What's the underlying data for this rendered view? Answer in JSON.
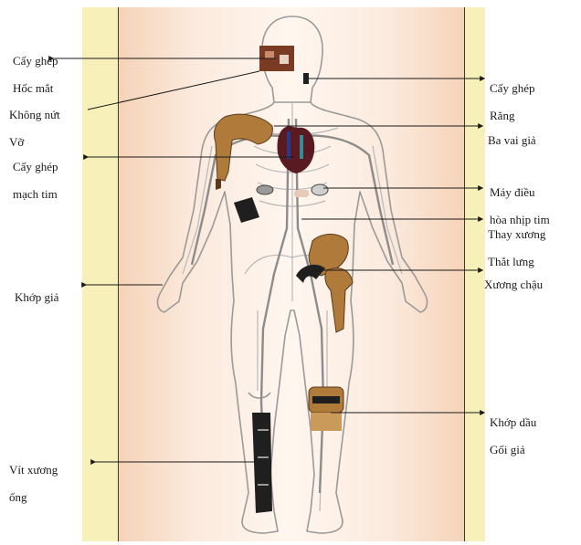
{
  "labels_left": [
    {
      "id": "hoc-mat",
      "line1": "Cấy ghép",
      "line2": "Hốc mắt"
    },
    {
      "id": "khong-nut-vo",
      "line1": "Không nứt",
      "line2": "Vỡ"
    },
    {
      "id": "mach-tim",
      "line1": "Cấy ghép",
      "line2": "mạch tim"
    },
    {
      "id": "khop-gia",
      "line1": "Khớp giả",
      "line2": ""
    },
    {
      "id": "vit-xuong-ong",
      "line1": "Vít xương",
      "line2": "ống"
    }
  ],
  "labels_right": [
    {
      "id": "rang",
      "line1": "Cấy ghép",
      "line2": "Răng"
    },
    {
      "id": "ba-vai-gia",
      "line1": "Ba vai giả",
      "line2": ""
    },
    {
      "id": "may-dieu-hoa",
      "line1": "Máy điều",
      "line2": "hòa nhịp tim"
    },
    {
      "id": "thay-xuong",
      "line1": "Thay xương",
      "line2": "Thắt lưng"
    },
    {
      "id": "xuong-chau",
      "line1": "Xương chậu",
      "line2": ""
    },
    {
      "id": "khop-dau-goi",
      "line1": "Khớp dầu",
      "line2": "Gối giả"
    }
  ],
  "colors": {
    "panel_side": "#f7f0b9",
    "skin_edge": "#f6d3b8",
    "implant_bone": "#b07a3a",
    "implant_dark": "#2b2b2b",
    "vessel": "#8c8c8c",
    "heart": "#5a1a22"
  }
}
